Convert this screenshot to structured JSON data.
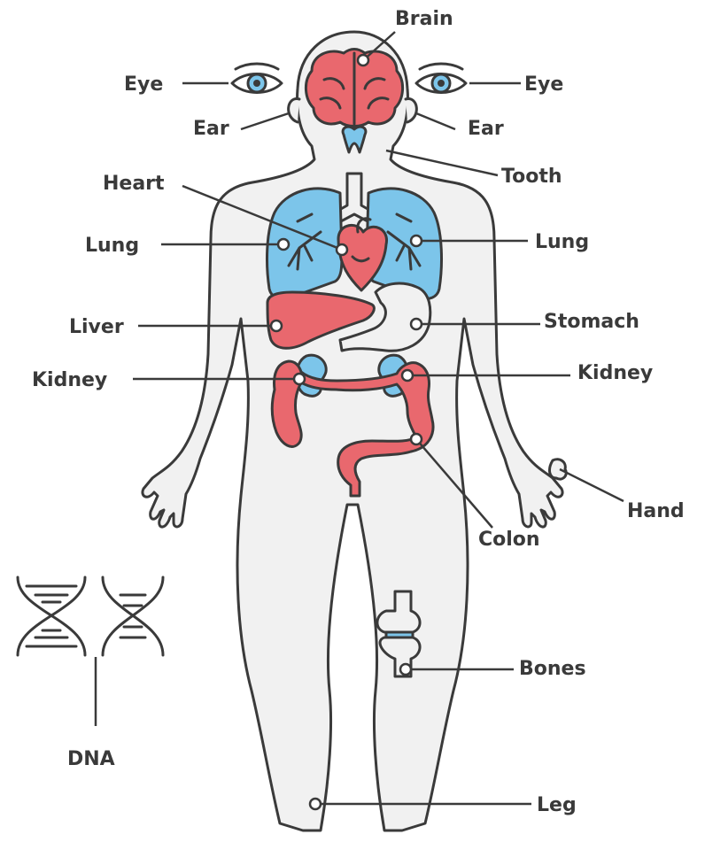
{
  "colors": {
    "outline": "#3a3a3a",
    "body": "#f1f1f1",
    "organ_red": "#e9686e",
    "organ_blue": "#7cc5ea",
    "background": "#ffffff"
  },
  "labels": {
    "brain": "Brain",
    "eye_left": "Eye",
    "eye_right": "Eye",
    "ear_left": "Ear",
    "ear_right": "Ear",
    "tooth": "Tooth",
    "heart": "Heart",
    "lung_left": "Lung",
    "lung_right": "Lung",
    "liver": "Liver",
    "stomach": "Stomach",
    "kidney_left": "Kidney",
    "kidney_right": "Kidney",
    "hand": "Hand",
    "colon": "Colon",
    "bones": "Bones",
    "dna": "DNA",
    "leg": "Leg"
  },
  "icons": [
    "brain-icon",
    "eye-icon",
    "ear-icon",
    "tooth-icon",
    "heart-icon",
    "lung-icon",
    "liver-icon",
    "stomach-icon",
    "kidney-icon",
    "colon-icon",
    "bone-icon",
    "dna-icon"
  ]
}
